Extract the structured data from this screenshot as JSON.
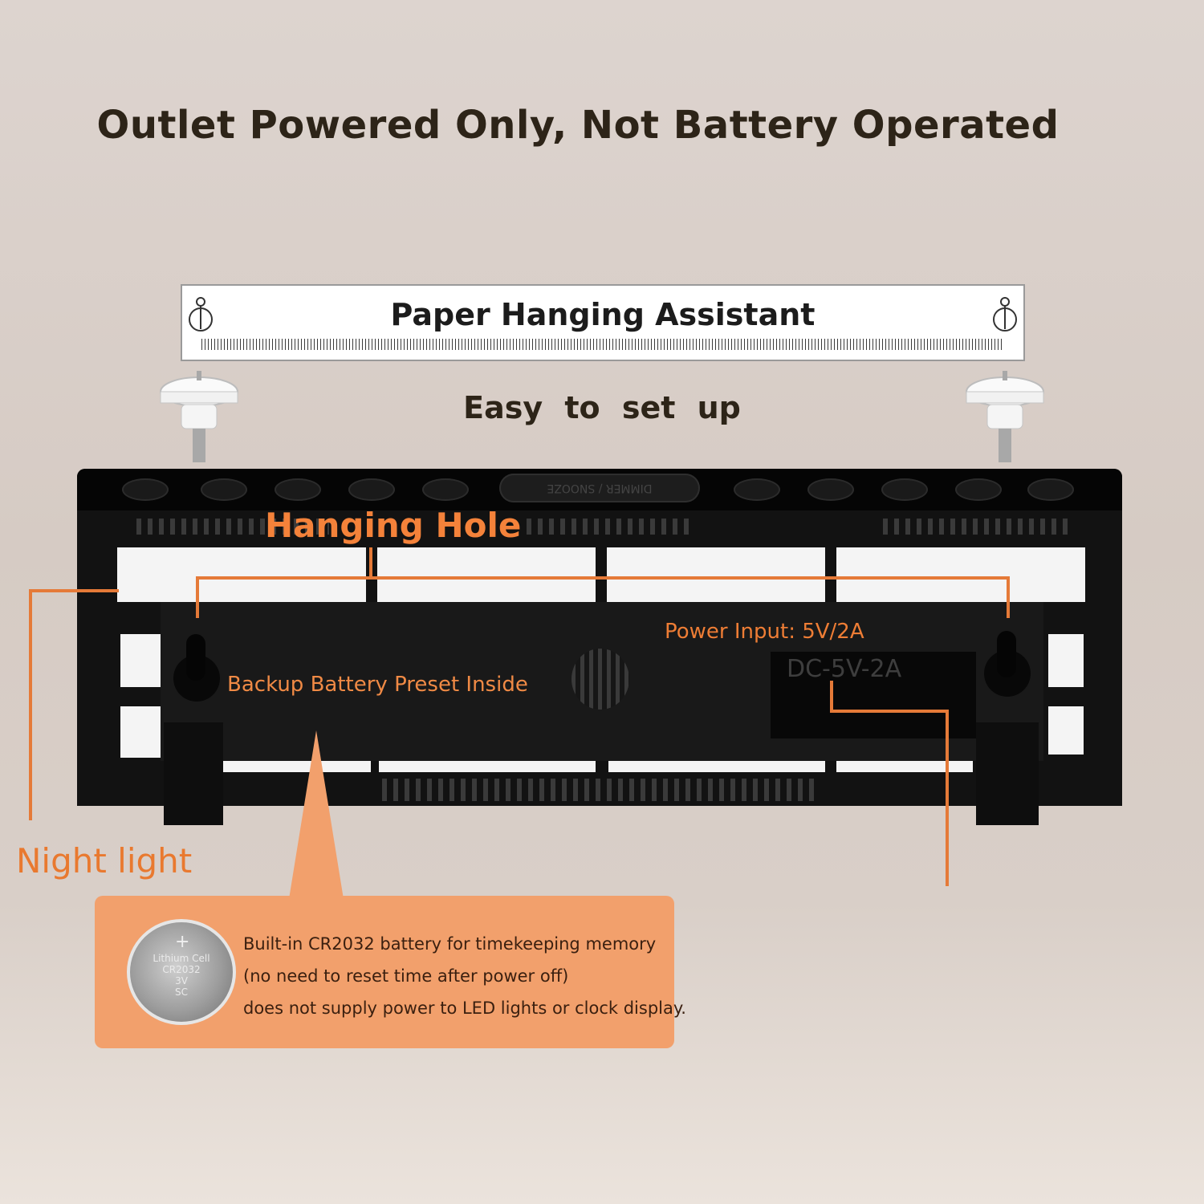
{
  "headline": "Outlet Powered Only, Not Battery Operated",
  "paper": {
    "title": "Paper Hanging Assistant",
    "hook_icon": "keyhole-hook-icon"
  },
  "setup_text": "Easy  to  set up",
  "clock": {
    "snooze_label": "DIMMER / SNOOZE",
    "dc_label": "DC-5V-2A"
  },
  "labels": {
    "hanging_hole": "Hanging Hole",
    "backup_battery": "Backup Battery Preset Inside",
    "power_input": "Power Input: 5V/2A",
    "night_light": "Night light"
  },
  "battery_callout": {
    "coin_plus": "+",
    "coin_lines": [
      "Lithium Cell",
      "CR2032",
      "3V",
      "SC"
    ],
    "lines": [
      "Built-in CR2032 battery for timekeeping memory",
      "(no need to reset time after power off)",
      "does not supply power to LED lights or clock display."
    ]
  },
  "colors": {
    "accent_orange": "#f08a45",
    "callout_bg": "#f2a06c",
    "device_black": "#121212"
  }
}
